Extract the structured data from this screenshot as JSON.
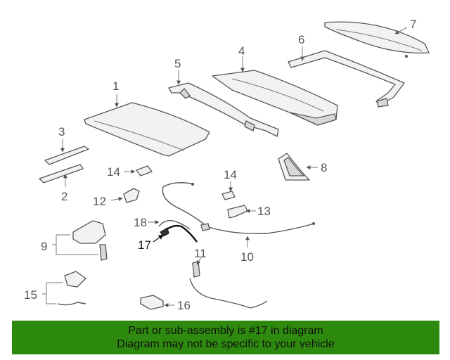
{
  "diagram": {
    "callouts": {
      "n1": "1",
      "n2": "2",
      "n3": "3",
      "n4": "4",
      "n5": "5",
      "n6": "6",
      "n7": "7",
      "n8": "8",
      "n9": "9",
      "n10": "10",
      "n11": "11",
      "n12": "12",
      "n13": "13",
      "n14a": "14",
      "n14b": "14",
      "n15": "15",
      "n16": "16",
      "n17": "17",
      "n18": "18"
    },
    "highlighted_part": "17"
  },
  "banner": {
    "line1": "Part or sub-assembly is #17 in diagram",
    "line2": "Diagram may not be specific to your vehicle",
    "background_color": "#2e8a0e"
  }
}
